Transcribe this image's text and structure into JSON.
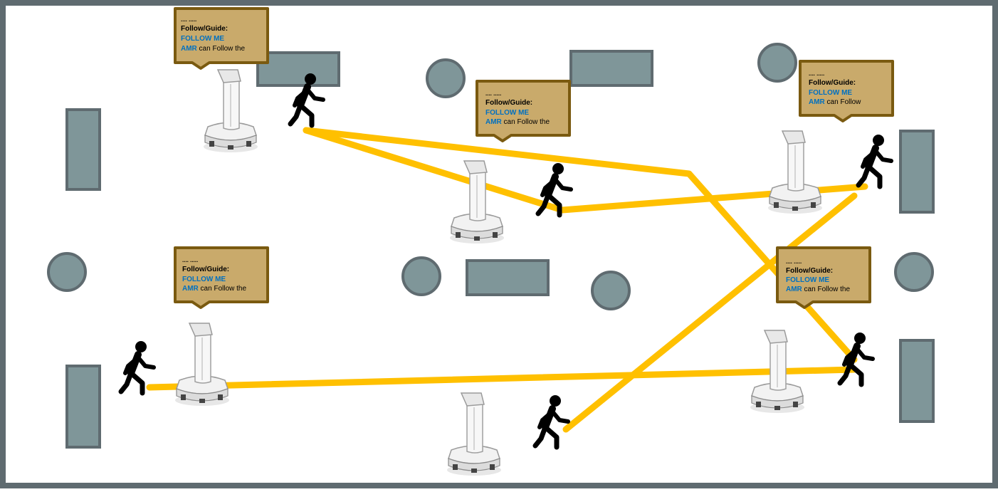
{
  "colors": {
    "frame": "#5f6b70",
    "obstacle_fill": "#7f9699",
    "obstacle_stroke": "#5f6b70",
    "path": "#ffc000",
    "bubble_fill": "#c9aa6b",
    "bubble_stroke": "#7a5a10",
    "accent_text": "#0070c0",
    "person": "#000000"
  },
  "bubbles": [
    {
      "line1": ".... .....",
      "line2": "Follow/Guide:",
      "line3": "FOLLOW ME",
      "line4_accent": "AMR",
      "line4_rest": " can Follow the"
    },
    {
      "line1": ".... .....",
      "line2": "Follow/Guide:",
      "line3": "FOLLOW ME",
      "line4_accent": "AMR",
      "line4_rest": " can Follow the"
    },
    {
      "line1": ".... .....",
      "line2": "Follow/Guide:",
      "line3": "FOLLOW ME",
      "line4_accent": "AMR",
      "line4_rest": " can Follow"
    },
    {
      "line1": ".... .....",
      "line2": "Follow/Guide:",
      "line3": "FOLLOW ME",
      "line4_accent": "AMR",
      "line4_rest": " can Follow the"
    },
    {
      "line1": ".... .....",
      "line2": "Follow/Guide:",
      "line3": "FOLLOW ME",
      "line4_accent": "AMR",
      "line4_rest": " can Follow the"
    }
  ],
  "icons": {
    "robot": "amr-robot-icon",
    "person": "walking-person-icon",
    "obstacle_rect": "shelf-obstacle",
    "obstacle_round": "pillar-obstacle"
  }
}
